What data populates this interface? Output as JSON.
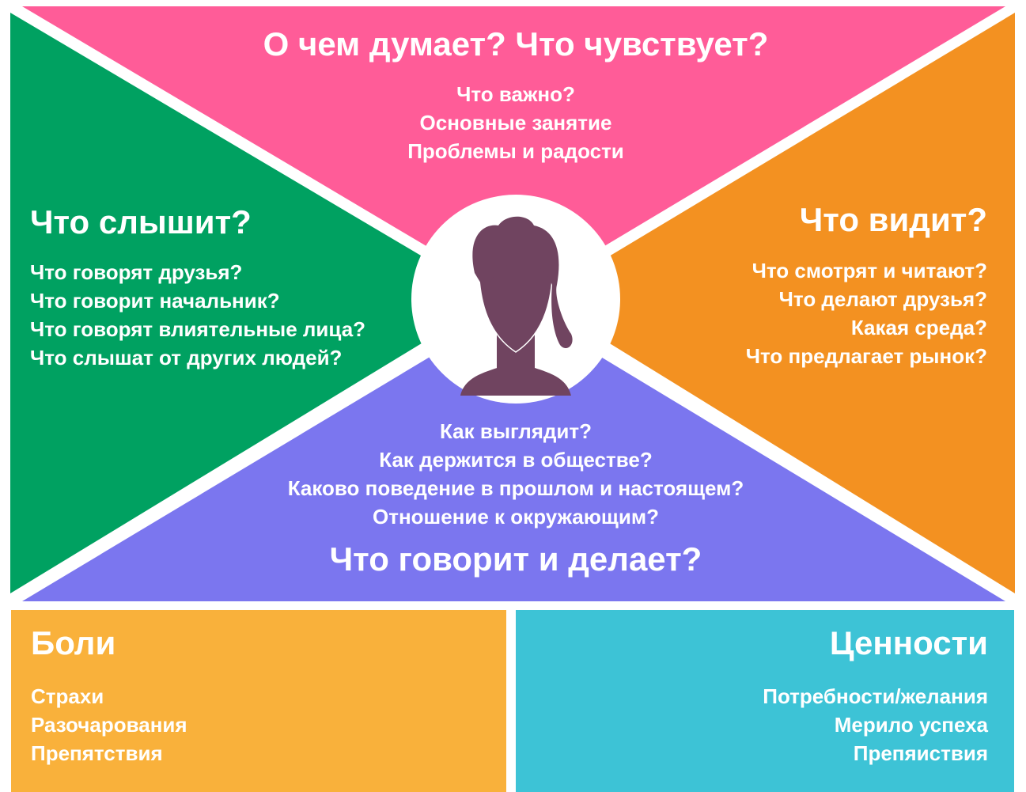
{
  "colors": {
    "top": "#ff5c98",
    "left": "#00a161",
    "right": "#f39121",
    "bottom": "#7b76ef",
    "pains": "#f9b13b",
    "values": "#3dc3d6",
    "figure": "#704460",
    "circle": "#ffffff"
  },
  "icons": {
    "avatar": "woman-silhouette-icon"
  },
  "top": {
    "title": "О чем думает? Что чувствует?",
    "items": [
      "Что важно?",
      "Основные занятие",
      "Проблемы и радости"
    ]
  },
  "left": {
    "title": "Что слышит?",
    "items": [
      "Что говорят друзья?",
      "Что говорит начальник?",
      "Что говорят влиятельные лица?",
      "Что слышат от других людей?"
    ]
  },
  "right": {
    "title": "Что видит?",
    "items": [
      "Что смотрят и читают?",
      "Что делают друзья?",
      "Какая среда?",
      "Что предлагает рынок?"
    ]
  },
  "bottom": {
    "title": "Что говорит и делает?",
    "items": [
      "Как выглядит?",
      "Как держится в обществе?",
      "Каково поведение в прошлом и настоящем?",
      "Отношение к окружающим?"
    ]
  },
  "pains": {
    "title": "Боли",
    "items": [
      "Страхи",
      "Разочарования",
      "Препятствия"
    ]
  },
  "values": {
    "title": "Ценности",
    "items": [
      "Потребности/желания",
      "Мерило успеха",
      "Препяиствия"
    ]
  }
}
